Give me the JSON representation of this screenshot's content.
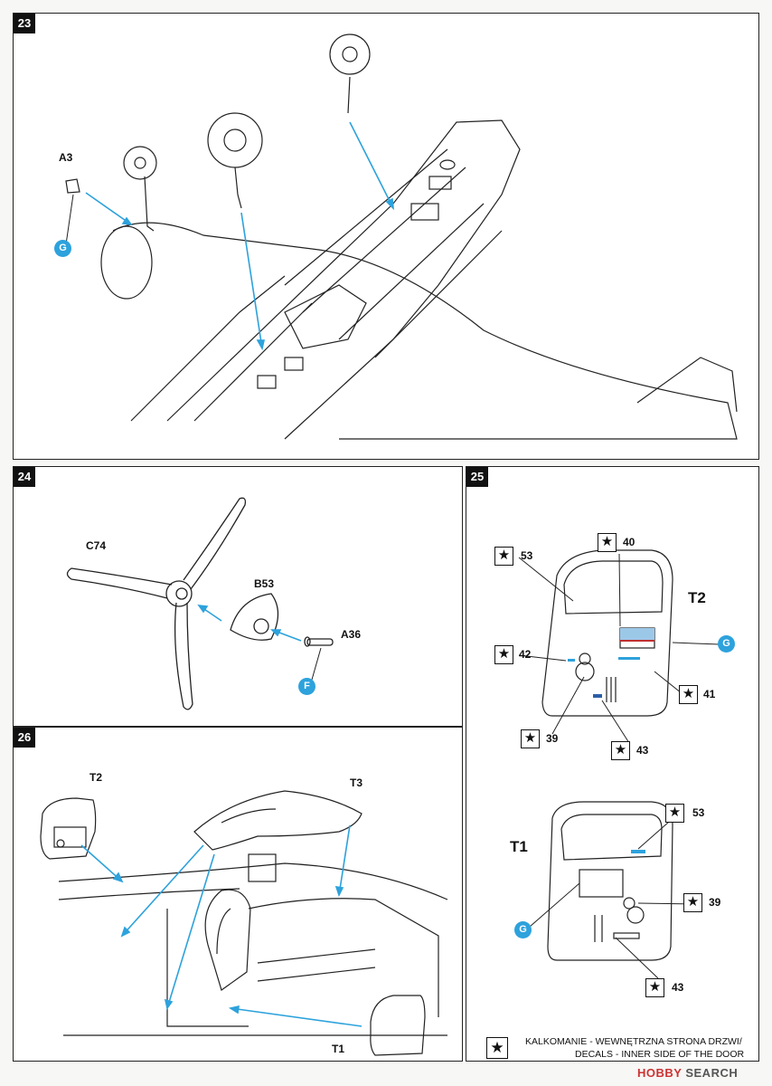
{
  "steps": {
    "s23": {
      "number": "23",
      "labels": {
        "a3": "A3"
      },
      "callouts": {
        "g": "G"
      }
    },
    "s24": {
      "number": "24",
      "labels": {
        "c74": "C74",
        "b53": "B53",
        "a36": "A36"
      },
      "callouts": {
        "f": "F"
      }
    },
    "s25": {
      "number": "25",
      "labels": {
        "t2": "T2",
        "t1": "T1"
      },
      "callouts": {
        "g_top": "G",
        "g_bottom": "G"
      },
      "decals_t2": [
        "53",
        "40",
        "42",
        "41",
        "39",
        "43"
      ],
      "decals_t1": [
        "53",
        "39",
        "43"
      ]
    },
    "s26": {
      "number": "26",
      "labels": {
        "t2": "T2",
        "t3": "T3",
        "t1": "T1"
      }
    }
  },
  "legend": {
    "symbol": "★",
    "line1": "KALKOMANIE - WEWNĘTRZNA STRONA DRZWI/",
    "line2": "DECALS - INNER SIDE OF THE DOOR"
  },
  "watermark": {
    "brand": "HOBBY",
    "suffix": "SEARCH"
  },
  "colors": {
    "callout": "#2da2dc",
    "arrow": "#2da2dc",
    "ink": "#111111"
  }
}
